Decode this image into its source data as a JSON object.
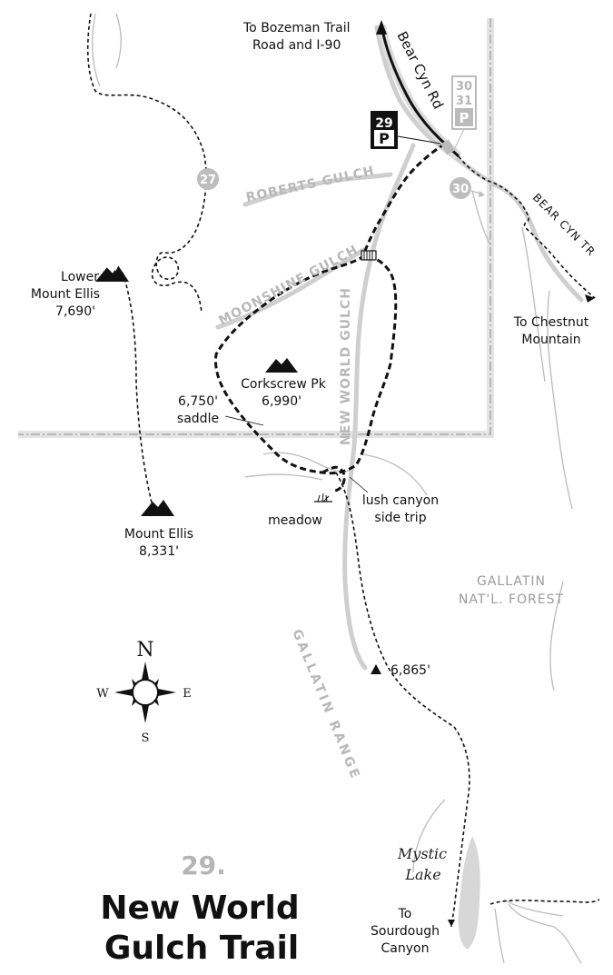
{
  "title": {
    "number": "29.",
    "line1": "New World",
    "line2": "Gulch Trail"
  },
  "roads": {
    "bear_cyn_rd": "Bear Cyn Rd",
    "bear_cyn_tr": "BEAR CYN TR",
    "to_bozeman_line1": "To Bozeman Trail",
    "to_bozeman_line2": "Road and I-90"
  },
  "gulches": {
    "roberts": "ROBERTS GULCH",
    "moonshine": "MOONSHINE GULCH",
    "new_world": "NEW WORLD GULCH"
  },
  "peaks": {
    "lower_mount_ellis": {
      "name_line1": "Lower",
      "name_line2": "Mount Ellis",
      "elevation": "7,690'"
    },
    "corkscrew": {
      "name": "Corkscrew Pk",
      "elevation": "6,990'"
    },
    "mount_ellis": {
      "name": "Mount Ellis",
      "elevation": "8,331'"
    },
    "point_6865": {
      "elevation": "6,865'"
    }
  },
  "features": {
    "saddle_elev": "6,750'",
    "saddle": "saddle",
    "meadow": "meadow",
    "lush_line1": "lush canyon",
    "lush_line2": "side trip",
    "forest_line1": "GALLATIN",
    "forest_line2": "NAT'L. FOREST",
    "range": "GALLATIN RANGE",
    "mystic_line1": "Mystic",
    "mystic_line2": "Lake",
    "to_chestnut_line1": "To Chestnut",
    "to_chestnut_line2": "Mountain",
    "to_sourdough_line1": "To",
    "to_sourdough_line2": "Sourdough",
    "to_sourdough_line3": "Canyon"
  },
  "markers": {
    "trail_27": "27",
    "trail_30": "30",
    "parking_29": "29",
    "parking_30": "30",
    "parking_31": "31",
    "parking_symbol": "P"
  },
  "compass": {
    "n": "N",
    "s": "S",
    "e": "E",
    "w": "W"
  },
  "colors": {
    "ink": "#111111",
    "gray": "#b8b8b8",
    "stream": "#cfcfcf"
  }
}
